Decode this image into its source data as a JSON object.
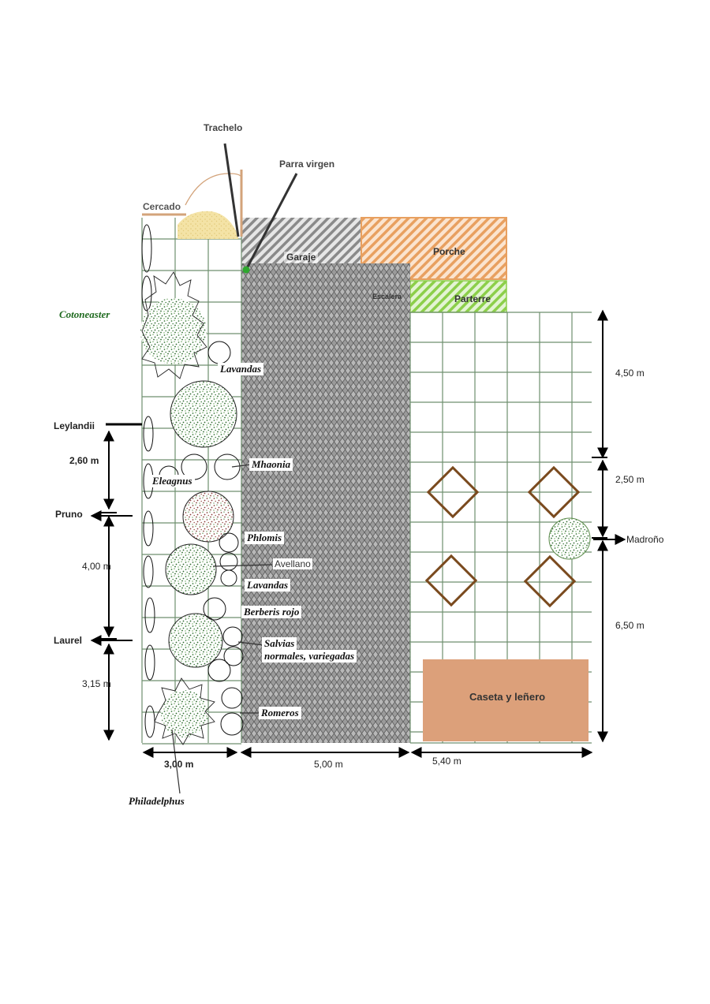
{
  "zones": {
    "garaje": "Garaje",
    "porche": "Porche",
    "escalera": "Escalera",
    "parterre": "Parterre",
    "caseta": "Caseta y leñero"
  },
  "top_labels": {
    "trachelo": "Trachelo",
    "parra": "Parra virgen",
    "cercado": "Cercado"
  },
  "plants": {
    "cotoneaster": "Cotoneaster",
    "lavandas_1": "Lavandas",
    "mhaonia": "Mhaonia",
    "eleagnus": "Eleagnus",
    "phlomis": "Phlomis",
    "avellano": "Avellano",
    "lavandas_2": "Lavandas",
    "berberis": "Berberis rojo",
    "salvias_1": "Salvias",
    "salvias_2": "normales, variegadas",
    "romeros": "Romeros",
    "philadelphus": "Philadelphus"
  },
  "side_labels": {
    "leylandii": "Leylandii",
    "pruno": "Pruno",
    "laurel": "Laurel",
    "madrono": "Madroño"
  },
  "dimensions": {
    "left_2_60": "2,60 m",
    "left_4_00": "4,00  m",
    "left_3_15": "3,15 m",
    "right_4_50": "4,50 m",
    "right_2_50": "2,50 m",
    "right_6_50": "6,50 m",
    "bottom_3_00": "3,00 m",
    "bottom_5_00": "5,00 m",
    "bottom_5_40": "5,40 m"
  },
  "colors": {
    "orange": "#e8a060",
    "green": "#8ccf4a",
    "gray": "#8a8a8a",
    "caseta": "#dca07a",
    "grid": "#6f8f6f",
    "pot": "#7a4a1e",
    "foliage": "#3c7a3c"
  }
}
